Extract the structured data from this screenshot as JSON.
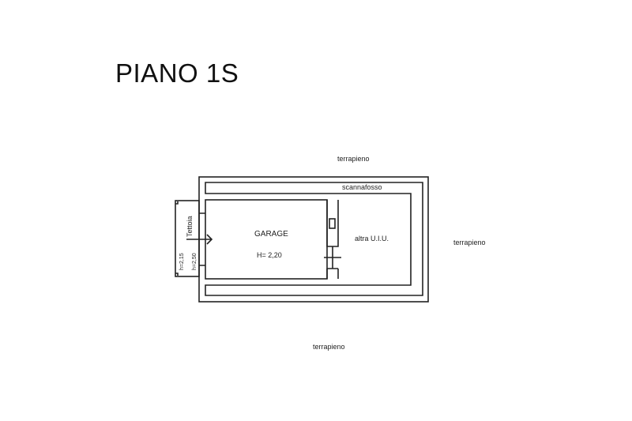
{
  "title": "PIANO 1S",
  "labels": {
    "terrapieno_top": "terrapieno",
    "terrapieno_right": "terrapieno",
    "terrapieno_bottom": "terrapieno",
    "scannafosso": "scannafosso",
    "garage": "GARAGE",
    "garage_height": "H= 2,20",
    "altra_uiu": "altra U.I.U.",
    "tettoia": "Tettoia",
    "tettoia_h1": "h=2,15",
    "tettoia_h2": "h=2,50"
  }
}
